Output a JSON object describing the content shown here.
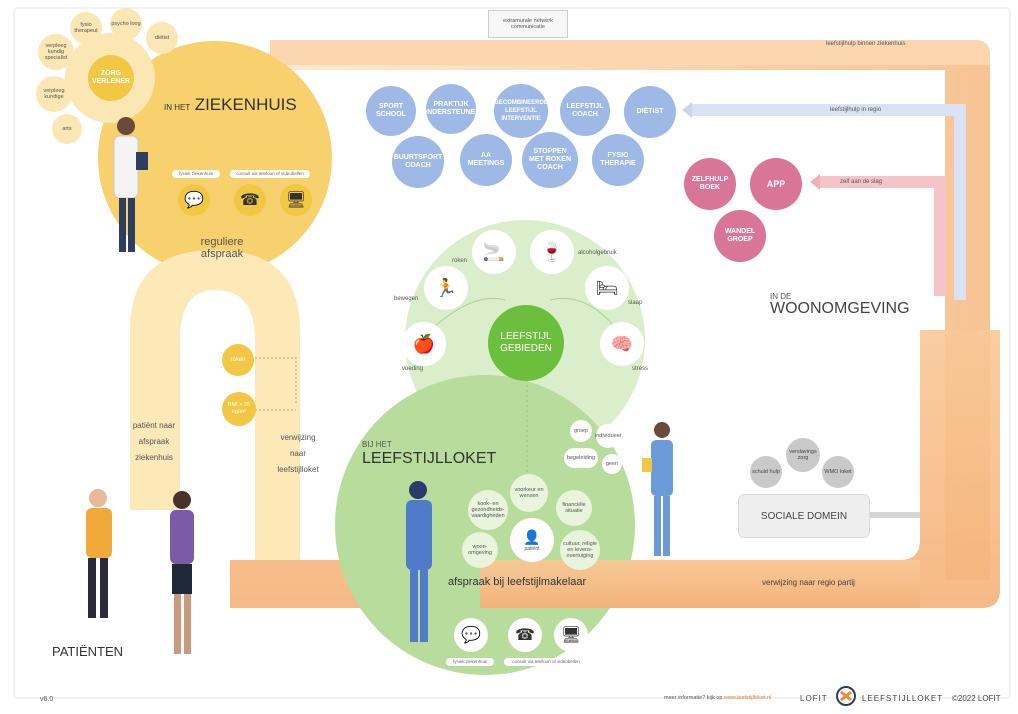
{
  "top_box": "extramurale netwerk communicatie",
  "arrow_labels": {
    "binnen_ziekenhuis": "leefstijlhulp binnen ziekenhuis",
    "in_regio": "leefstijlhulp in regio",
    "zelf": "zelf aan de slag",
    "regio_partij": "verwijzing naar regio partij"
  },
  "ziekenhuis": {
    "prefix": "IN HET",
    "title": "ZIEKENHUIS",
    "zorgverlener": "ZORG VERLENER",
    "roles": [
      "fysio therapeut",
      "psycho loog",
      "diëtist",
      "verpleeg kundig specialist",
      "verpleeg kundige",
      "arts"
    ],
    "pill_left": "fysiek ziekenhuis",
    "pill_right": "consult via telefoon of videobellen",
    "reguliere": "reguliere afspraak"
  },
  "regio_circles": [
    "SPORT SCHOOL",
    "PRAKTIJK ONDERSTEUNER",
    "GECOMBINEERDE LEEFSTIJL INTERVENTIE",
    "LEEFSTIJL COACH",
    "DIËTIST",
    "BUURTSPORT COACH",
    "AA MEETINGS",
    "STOPPEN MET ROKEN COACH",
    "FYSIO THERAPIE"
  ],
  "zelf_circles": [
    "ZELFHULP BOEK",
    "APP",
    "WANDEL GROEP"
  ],
  "woon": {
    "prefix": "IN DE",
    "title": "WOONOMGEVING"
  },
  "gebieden": {
    "title": "LEEFSTIJL GEBIEDEN",
    "items": [
      "roken",
      "alcoholgebruik",
      "slaap",
      "stress",
      "voeding",
      "bewegen"
    ]
  },
  "criteria": [
    "roken",
    "BMI > 25 kg/m²"
  ],
  "verwijzing": "verwijzing naar leefstijlloket",
  "patient_text": "patiënt naar afspraak ziekenhuis",
  "loket": {
    "prefix": "BIJ HET",
    "title": "LEEFSTIJLLOKET",
    "afspraak": "afspraak bij leefstijlmakelaar",
    "center": "patiënt",
    "topics": [
      "voorkeur en wensen",
      "financiële situatie",
      "cultuur, religie en levens-overtuiging",
      "woon-omgeving",
      "kook- en gezondheids-vaardigheden"
    ],
    "small": [
      "groep",
      "individueel",
      "begeleiding",
      "geen"
    ],
    "pill_left": "fysiek ziekenhuis",
    "pill_right": "consult via telefoon of videobellen"
  },
  "sociaal": {
    "title": "SOCIALE DOMEIN",
    "items": [
      "schuld hulp",
      "verslavings zorg",
      "WMO loket"
    ]
  },
  "patienten": "PATIËNTEN",
  "version": "v6.0",
  "footer": {
    "info": "meer informatie? kijk op",
    "url": "www.leefstijlloket.nl",
    "lofit": "LOFIT",
    "brand": "LEEFSTIJLLOKET",
    "copy": "©2022 LOFIT"
  },
  "colors": {
    "yellow": "#f7d16e",
    "peach": "#f8c99a",
    "green": "#b8dc9c",
    "blue": "#9eb9e6",
    "pink": "#d97596"
  }
}
